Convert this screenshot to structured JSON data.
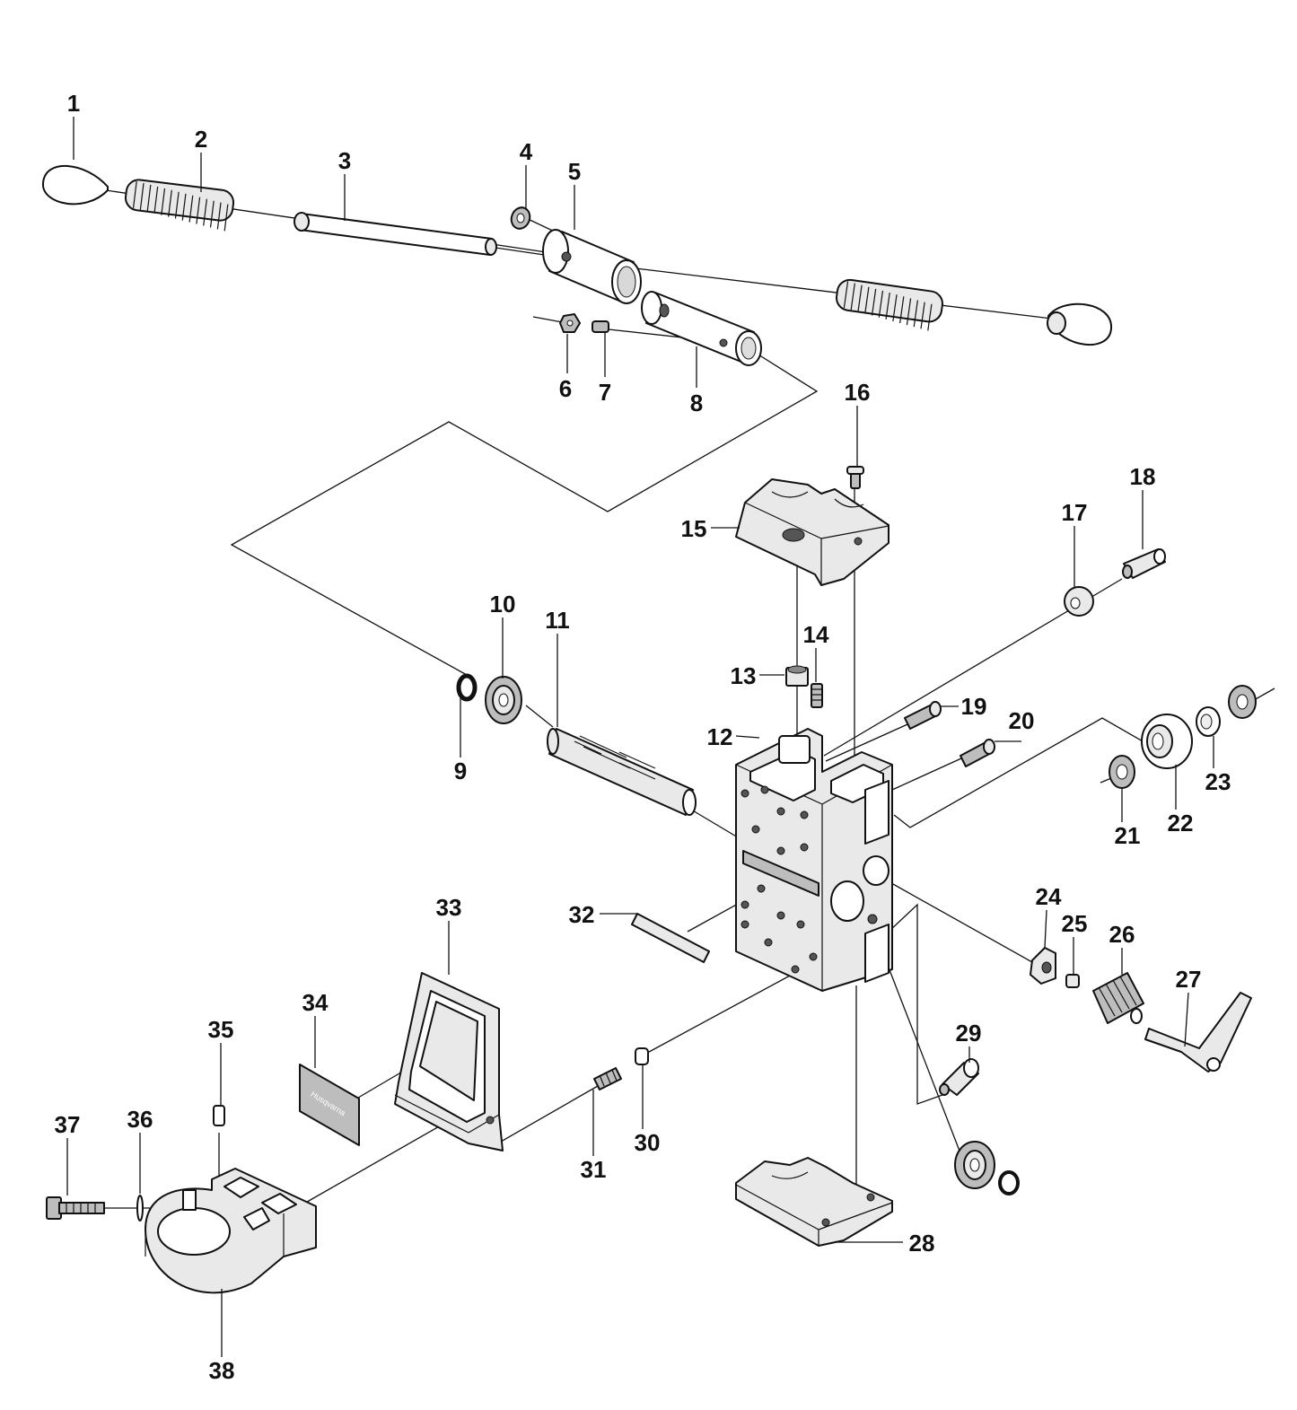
{
  "diagram": {
    "callouts": [
      {
        "id": "1",
        "text": "1"
      },
      {
        "id": "2",
        "text": "2"
      },
      {
        "id": "3",
        "text": "3"
      },
      {
        "id": "4",
        "text": "4"
      },
      {
        "id": "5",
        "text": "5"
      },
      {
        "id": "6",
        "text": "6"
      },
      {
        "id": "7",
        "text": "7"
      },
      {
        "id": "8",
        "text": "8"
      },
      {
        "id": "9",
        "text": "9"
      },
      {
        "id": "10",
        "text": "10"
      },
      {
        "id": "11",
        "text": "11"
      },
      {
        "id": "12",
        "text": "12"
      },
      {
        "id": "13",
        "text": "13"
      },
      {
        "id": "14",
        "text": "14"
      },
      {
        "id": "15",
        "text": "15"
      },
      {
        "id": "16",
        "text": "16"
      },
      {
        "id": "17",
        "text": "17"
      },
      {
        "id": "18",
        "text": "18"
      },
      {
        "id": "19",
        "text": "19"
      },
      {
        "id": "20",
        "text": "20"
      },
      {
        "id": "21",
        "text": "21"
      },
      {
        "id": "22",
        "text": "22"
      },
      {
        "id": "23",
        "text": "23"
      },
      {
        "id": "24",
        "text": "24"
      },
      {
        "id": "25",
        "text": "25"
      },
      {
        "id": "26",
        "text": "26"
      },
      {
        "id": "27",
        "text": "27"
      },
      {
        "id": "28",
        "text": "28"
      },
      {
        "id": "29",
        "text": "29"
      },
      {
        "id": "30",
        "text": "30"
      },
      {
        "id": "31",
        "text": "31"
      },
      {
        "id": "32",
        "text": "32"
      },
      {
        "id": "33",
        "text": "33"
      },
      {
        "id": "34",
        "text": "34"
      },
      {
        "id": "35",
        "text": "35"
      },
      {
        "id": "36",
        "text": "36"
      },
      {
        "id": "37",
        "text": "37"
      },
      {
        "id": "38",
        "text": "38"
      }
    ],
    "decal_text": "Husqvarna"
  }
}
